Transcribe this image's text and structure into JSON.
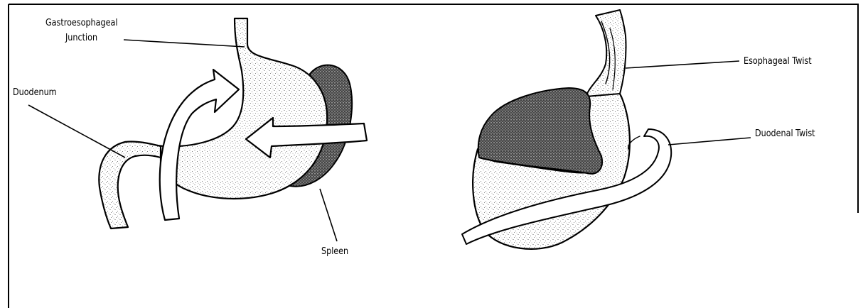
{
  "labels": {
    "gastroesophageal_junction": [
      "Gastroesophageal",
      "Junction"
    ],
    "duodenum": "Duodenum",
    "spleen": "Spleen",
    "esophageal_twist": "Esophageal Twist",
    "duodenal_twist": "Duodenal Twist"
  },
  "colors": {
    "ink": "#000000",
    "background": "#ffffff",
    "stipple": "#5a5a5a"
  }
}
